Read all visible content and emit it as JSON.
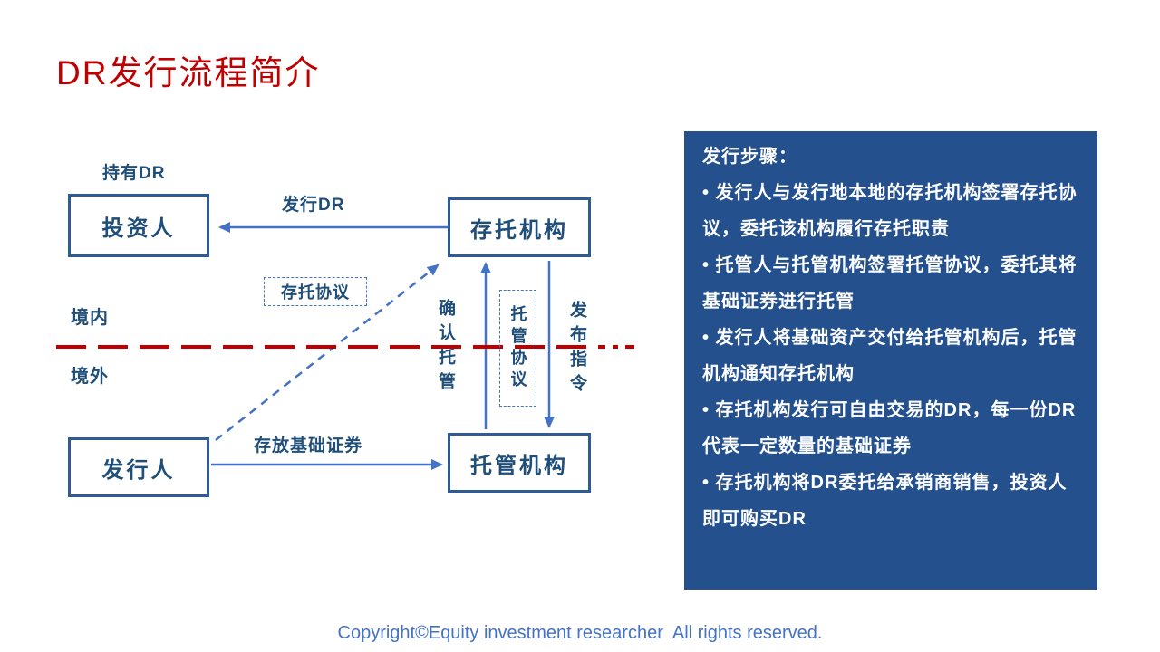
{
  "slide": {
    "title": "DR发行流程简介",
    "footer": "Copyright©Equity investment researcher  All rights reserved."
  },
  "diagram": {
    "nodes": {
      "investor": "投资人",
      "depositary": "存托机构",
      "issuer": "发行人",
      "custodian": "托管机构"
    },
    "labels": {
      "hold_dr": "持有DR",
      "issue_dr": "发行DR",
      "deposit_agreement": "存托协议",
      "confirm_custody": "确认托管",
      "custody_agreement": "托管协议",
      "release_instruction": "发布指令",
      "domestic": "境内",
      "overseas": "境外",
      "deposit_securities": "存放基础证券"
    },
    "colors": {
      "title_red": "#C00000",
      "box_border_blue": "#2E5B97",
      "text_navy": "#1F4E79",
      "arrow_blue": "#4472C4",
      "divider_red": "#C00000",
      "panel_background": "#24518E",
      "panel_text": "#FFFFFF",
      "footer_blue": "#4472C4"
    }
  },
  "panel": {
    "heading": "发行步骤：",
    "bullets": [
      "• 发行人与发行地本地的存托机构签署存托协议，委托该机构履行存托职责",
      "• 托管人与托管机构签署托管协议，委托其将基础证券进行托管",
      "• 发行人将基础资产交付给托管机构后，托管机构通知存托机构",
      "• 存托机构发行可自由交易的DR，每一份DR代表一定数量的基础证券",
      "• 存托机构将DR委托给承销商销售，投资人即可购买DR"
    ]
  }
}
